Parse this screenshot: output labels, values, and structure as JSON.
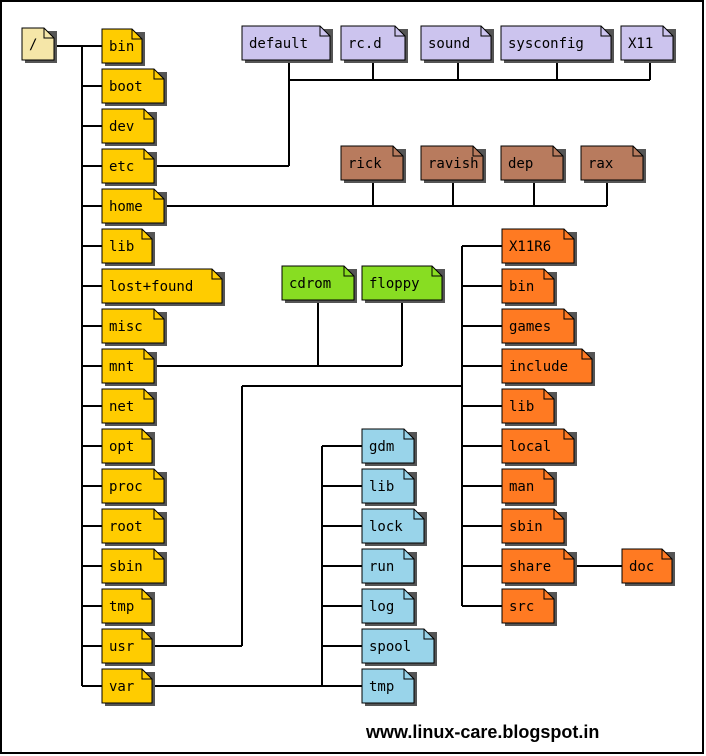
{
  "root": {
    "label": "/"
  },
  "root_children": [
    {
      "id": "bin",
      "label": "bin"
    },
    {
      "id": "boot",
      "label": "boot"
    },
    {
      "id": "dev",
      "label": "dev"
    },
    {
      "id": "etc",
      "label": "etc"
    },
    {
      "id": "home",
      "label": "home"
    },
    {
      "id": "lib",
      "label": "lib"
    },
    {
      "id": "lost-found",
      "label": "lost+found"
    },
    {
      "id": "misc",
      "label": "misc"
    },
    {
      "id": "mnt",
      "label": "mnt"
    },
    {
      "id": "net",
      "label": "net"
    },
    {
      "id": "opt",
      "label": "opt"
    },
    {
      "id": "proc",
      "label": "proc"
    },
    {
      "id": "root",
      "label": "root"
    },
    {
      "id": "sbin",
      "label": "sbin"
    },
    {
      "id": "tmp",
      "label": "tmp"
    },
    {
      "id": "usr",
      "label": "usr"
    },
    {
      "id": "var",
      "label": "var"
    }
  ],
  "etc_children": [
    {
      "id": "default",
      "label": "default"
    },
    {
      "id": "rc-d",
      "label": "rc.d"
    },
    {
      "id": "sound",
      "label": "sound"
    },
    {
      "id": "sysconfig",
      "label": "sysconfig"
    },
    {
      "id": "x11",
      "label": "X11"
    }
  ],
  "home_children": [
    {
      "id": "rick",
      "label": "rick"
    },
    {
      "id": "ravish",
      "label": "ravish"
    },
    {
      "id": "dep",
      "label": "dep"
    },
    {
      "id": "rax",
      "label": "rax"
    }
  ],
  "mnt_children": [
    {
      "id": "cdrom",
      "label": "cdrom"
    },
    {
      "id": "floppy",
      "label": "floppy"
    }
  ],
  "usr_children": [
    {
      "id": "x11r6",
      "label": "X11R6"
    },
    {
      "id": "bin",
      "label": "bin"
    },
    {
      "id": "games",
      "label": "games"
    },
    {
      "id": "include",
      "label": "include"
    },
    {
      "id": "lib",
      "label": "lib"
    },
    {
      "id": "local",
      "label": "local"
    },
    {
      "id": "man",
      "label": "man"
    },
    {
      "id": "sbin",
      "label": "sbin"
    },
    {
      "id": "share",
      "label": "share"
    },
    {
      "id": "src",
      "label": "src"
    }
  ],
  "share_children": [
    {
      "id": "doc",
      "label": "doc"
    }
  ],
  "var_children": [
    {
      "id": "gdm",
      "label": "gdm"
    },
    {
      "id": "lib",
      "label": "lib"
    },
    {
      "id": "lock",
      "label": "lock"
    },
    {
      "id": "run",
      "label": "run"
    },
    {
      "id": "log",
      "label": "log"
    },
    {
      "id": "spool",
      "label": "spool"
    },
    {
      "id": "tmp",
      "label": "tmp"
    }
  ],
  "colors": {
    "root": "#f5e6a8",
    "root_children": "#ffcc00",
    "etc_children": "#ccc4ee",
    "home_children": "#b87b5e",
    "mnt_children": "#88dd22",
    "usr_children": "#ff7a22",
    "var_children": "#99d4ea"
  },
  "credit": "www.linux-care.blogspot.in"
}
